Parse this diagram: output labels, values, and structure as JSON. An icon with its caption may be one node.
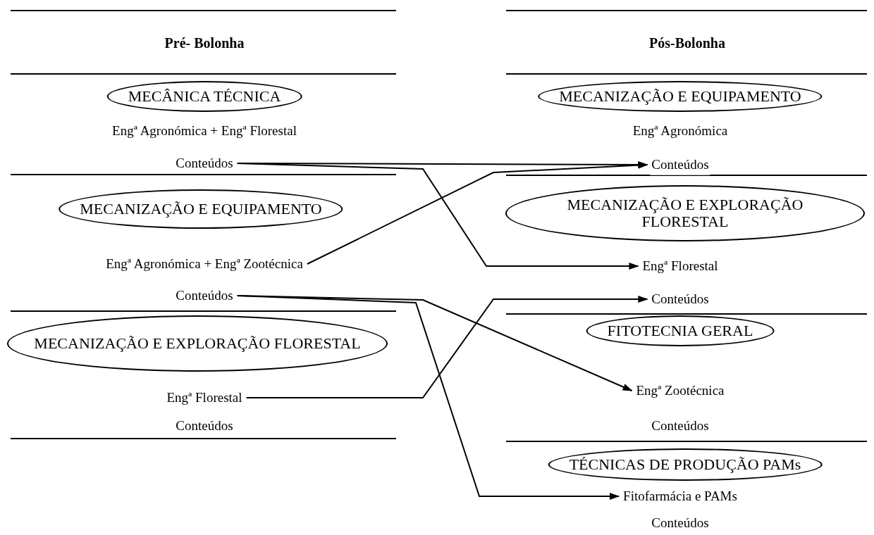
{
  "diagram": {
    "nodes": [
      {
        "text": [
          "MECÂNICA TÉCNICA"
        ]
      },
      {
        "text": [
          "Engª Agronómica + Engª Florestal"
        ]
      },
      {
        "text": [
          "Conteúdos"
        ]
      },
      {
        "text": [
          "MECANIZAÇÃO E EQUIPAMENTO"
        ]
      },
      {
        "text": [
          "Engª Agronómica + Engª Zootécnica"
        ]
      },
      {
        "text": [
          "Conteúdos"
        ]
      },
      {
        "text": [
          "MECANIZAÇÃO E EXPLORAÇÃO FLORESTAL"
        ]
      },
      {
        "text": [
          "Engª Florestal"
        ]
      },
      {
        "text": [
          "Conteúdos"
        ]
      },
      {
        "text": [
          "MECANIZAÇÃO E EQUIPAMENTO"
        ]
      },
      {
        "text": [
          "Engª Agronómica"
        ]
      },
      {
        "text": [
          "Conteúdos"
        ]
      },
      {
        "text": [
          "MECANIZAÇÃO E EXPLORAÇÃO FLORESTAL"
        ]
      },
      {
        "text": [
          "Engª Florestal"
        ]
      },
      {
        "text": [
          "Conteúdos"
        ]
      },
      {
        "text": [
          "FITOTECNIA GERAL"
        ]
      },
      {
        "text": [
          "Engª Zootécnica"
        ]
      },
      {
        "text": [
          "Conteúdos"
        ]
      },
      {
        "text": [
          "TÉCNICAS DE PRODUÇÃO PAMs"
        ]
      },
      {
        "text": [
          "Fitofarmácia e PAMs"
        ]
      },
      {
        "text": [
          "Conteúdos"
        ]
      }
    ],
    "edges": [
      {
        "from": 2,
        "to": 11,
        "arrow": "to"
      },
      {
        "from": 2,
        "to": 13,
        "arrow": "to"
      },
      {
        "from": 4,
        "to": 11,
        "arrow": "to"
      },
      {
        "from": 5,
        "to": 16,
        "arrow": "to"
      },
      {
        "from": 5,
        "to": 19,
        "arrow": "to"
      },
      {
        "from": 7,
        "to": 14,
        "arrow": "to"
      }
    ],
    "labels": [
      "Pré- Bolonha",
      "Pós-Bolonha"
    ]
  }
}
